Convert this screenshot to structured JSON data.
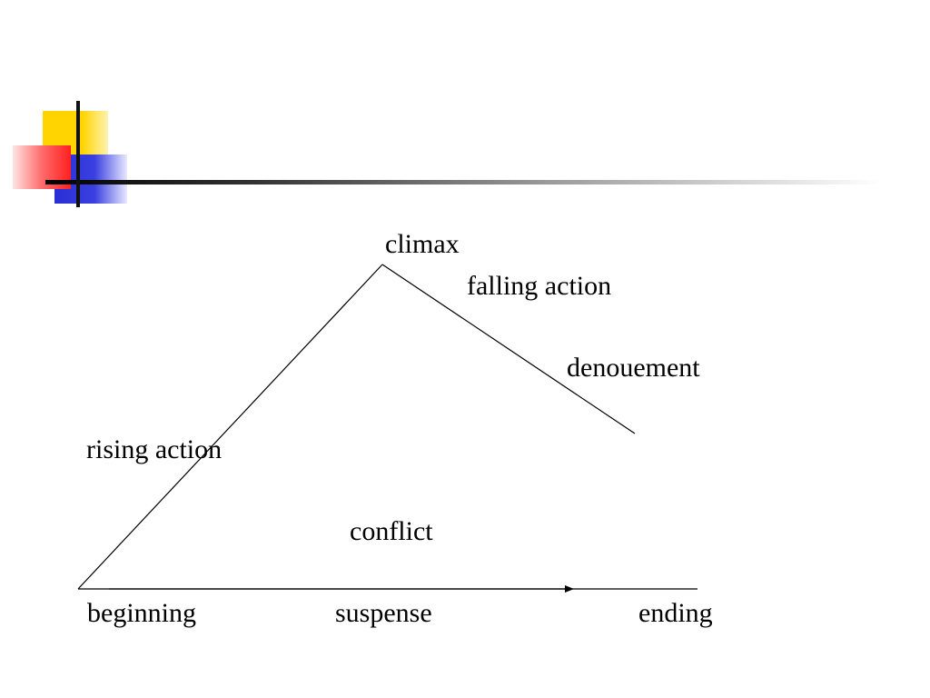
{
  "diagram": {
    "labels": {
      "climax": "climax",
      "falling_action": "falling action",
      "denouement": "denouement",
      "rising_action": "rising action",
      "conflict": "conflict",
      "beginning": "beginning",
      "suspense": "suspense",
      "ending": "ending"
    }
  },
  "colors": {
    "accent_yellow": "#FFD400",
    "accent_red": "#FF3B3B",
    "accent_blue": "#2A2FD6",
    "line": "#000000"
  }
}
